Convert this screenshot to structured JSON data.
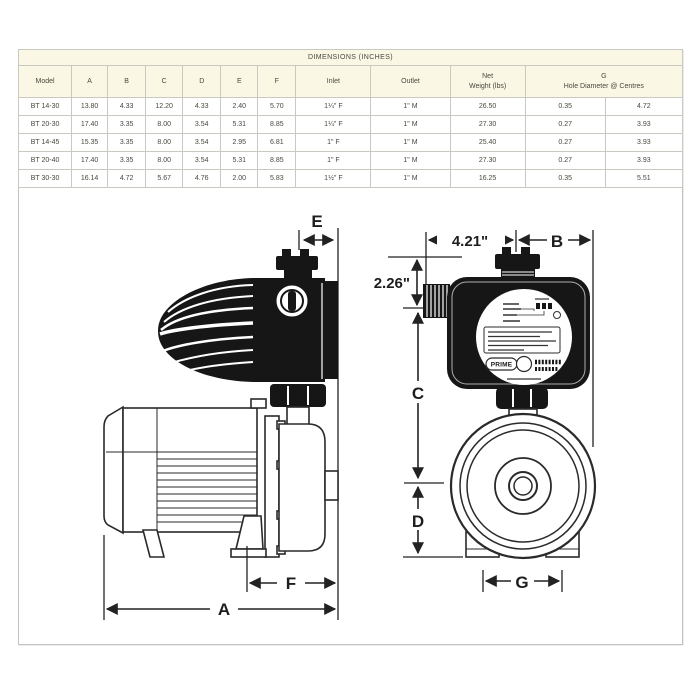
{
  "table": {
    "title": "DIMENSIONS (INCHES)",
    "headers": {
      "model": "Model",
      "a": "A",
      "b": "B",
      "c": "C",
      "d": "D",
      "e": "E",
      "f": "F",
      "inlet": "Inlet",
      "outlet": "Outlet",
      "net_weight": "Net\nWeight (lbs)",
      "g": "G\nHole Diameter @ Centres"
    },
    "rows": [
      {
        "model": "BT 14-30",
        "a": "13.80",
        "b": "4.33",
        "c": "12.20",
        "d": "4.33",
        "e": "2.40",
        "f": "5.70",
        "inlet": "1¼\" F",
        "outlet": "1\" M",
        "net_weight": "26.50",
        "g1": "0.35",
        "g2": "4.72"
      },
      {
        "model": "BT 20-30",
        "a": "17.40",
        "b": "3.35",
        "c": "8.00",
        "d": "3.54",
        "e": "5.31",
        "f": "8.85",
        "inlet": "1¼\" F",
        "outlet": "1\" M",
        "net_weight": "27.30",
        "g1": "0.27",
        "g2": "3.93"
      },
      {
        "model": "BT 14-45",
        "a": "15.35",
        "b": "3.35",
        "c": "8.00",
        "d": "3.54",
        "e": "2.95",
        "f": "6.81",
        "inlet": "1\" F",
        "outlet": "1\" M",
        "net_weight": "25.40",
        "g1": "0.27",
        "g2": "3.93"
      },
      {
        "model": "BT 20-40",
        "a": "17.40",
        "b": "3.35",
        "c": "8.00",
        "d": "3.54",
        "e": "5.31",
        "f": "8.85",
        "inlet": "1\" F",
        "outlet": "1\" M",
        "net_weight": "27.30",
        "g1": "0.27",
        "g2": "3.93"
      },
      {
        "model": "BT 30-30",
        "a": "16.14",
        "b": "4.72",
        "c": "5.67",
        "d": "4.76",
        "e": "2.00",
        "f": "5.83",
        "inlet": "1½\" F",
        "outlet": "1\" M",
        "net_weight": "16.25",
        "g1": "0.35",
        "g2": "5.51"
      }
    ]
  },
  "drawing": {
    "dim_labels": {
      "a": "A",
      "b": "B",
      "c": "C",
      "d": "D",
      "e": "E",
      "f": "F",
      "g": "G"
    },
    "measurements": {
      "top_width": "4.21\"",
      "top_height": "2.26\""
    },
    "controller_label": {
      "brand": "PRIME"
    }
  },
  "colors": {
    "cream": "#fbf7e5",
    "grid": "#c9c9c1",
    "text": "#49483e",
    "line": "#222222"
  }
}
